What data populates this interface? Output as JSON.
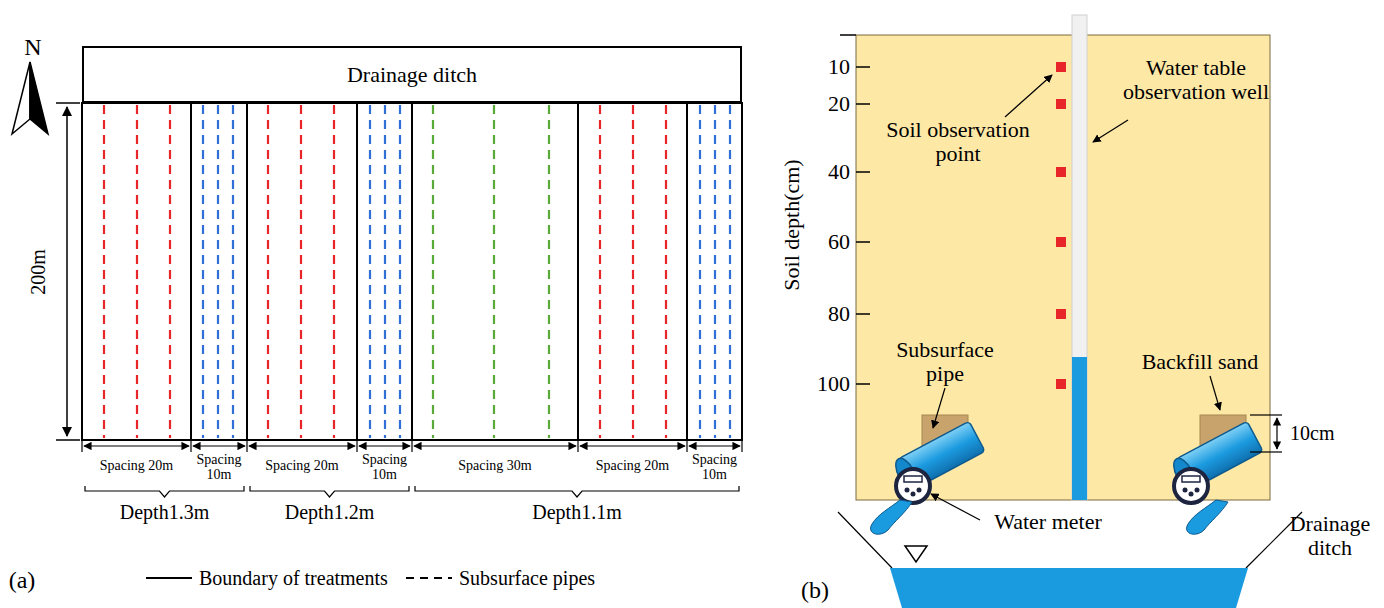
{
  "diagram": {
    "nodes": [
      {
        "text": [
          "Drainage ditch"
        ]
      }
    ],
    "labels": [
      "N",
      "200m",
      "Spacing 20m",
      "Spacing 10m",
      "Spacing 20m",
      "Spacing 10m",
      "Spacing 30m",
      "Spacing 20m",
      "Spacing 10m",
      "Depth1.3m",
      "Depth1.2m",
      "Depth1.1m",
      "(a)",
      "(b)",
      "10",
      "20",
      "40",
      "60",
      "80",
      "100",
      "Soil depth(cm)",
      "Soil observation point",
      "Water table observation well",
      "Subsurface pipe",
      "Backfill sand",
      "10cm",
      "Water meter",
      "Drainage ditch"
    ],
    "legend": [
      {
        "text": "Boundary of treatments"
      },
      {
        "text": "Subsurface pipes"
      }
    ]
  }
}
